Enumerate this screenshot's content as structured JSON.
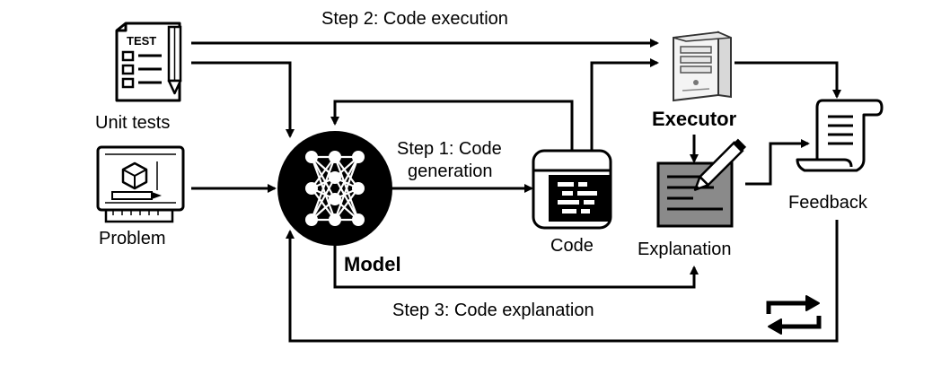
{
  "labels": {
    "step2": "Step 2: Code execution",
    "unit_tests": "Unit tests",
    "problem": "Problem",
    "step1_line1": "Step 1: Code",
    "step1_line2": "generation",
    "model": "Model",
    "code": "Code",
    "executor": "Executor",
    "explanation": "Explanation",
    "feedback": "Feedback",
    "step3": "Step 3: Code explanation",
    "test_icon_text": "TEST"
  },
  "icons": {
    "unit_tests": "test-checklist-icon",
    "problem": "blueprint-icon",
    "model": "neural-network-icon",
    "code": "code-window-icon",
    "executor": "computer-tower-icon",
    "explanation": "notepad-pencil-icon",
    "feedback": "scroll-icon",
    "loop": "repeat-icon"
  }
}
